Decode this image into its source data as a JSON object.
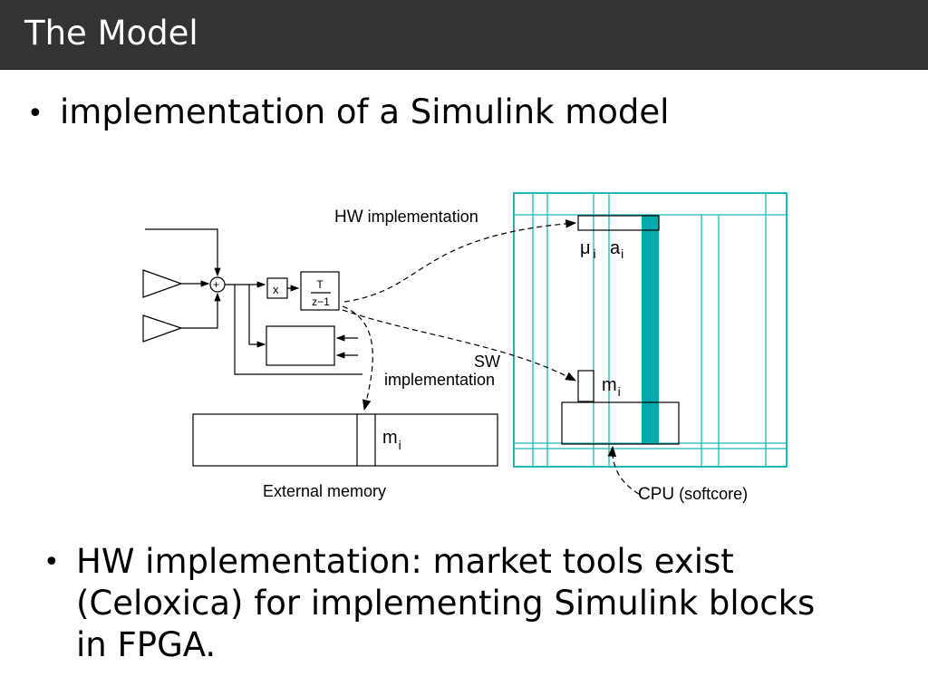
{
  "slide": {
    "title": "The Model",
    "bullets": [
      {
        "text": "implementation of a Simulink model"
      },
      {
        "lines": [
          "HW implementation: market tools exist",
          "(Celoxica) for implementing Simulink blocks",
          "in FPGA."
        ]
      }
    ]
  },
  "diagram": {
    "hw_label_prefix": "HW",
    "hw_label_rest": "implementation",
    "sw_label_top": "SW",
    "sw_label_bottom": "implementation",
    "mu_symbol": "μ",
    "mu_subscript": "i",
    "a_symbol": "a",
    "a_subscript": "i",
    "m_symbol": "m",
    "m_subscript": "i",
    "ext_m_symbol": "m",
    "ext_m_subscript": "i",
    "external_memory_label": "External memory",
    "cpu_label": "CPU",
    "cpu_label_note": "(softcore)",
    "mult_block_label": "x",
    "delay_numerator": "T",
    "delay_denominator": "z−1",
    "sum_signs": "+",
    "colors": {
      "title_bar": "#333333",
      "fpga_grid": "#1db8b8",
      "fpga_column": "#00aaaa"
    }
  }
}
